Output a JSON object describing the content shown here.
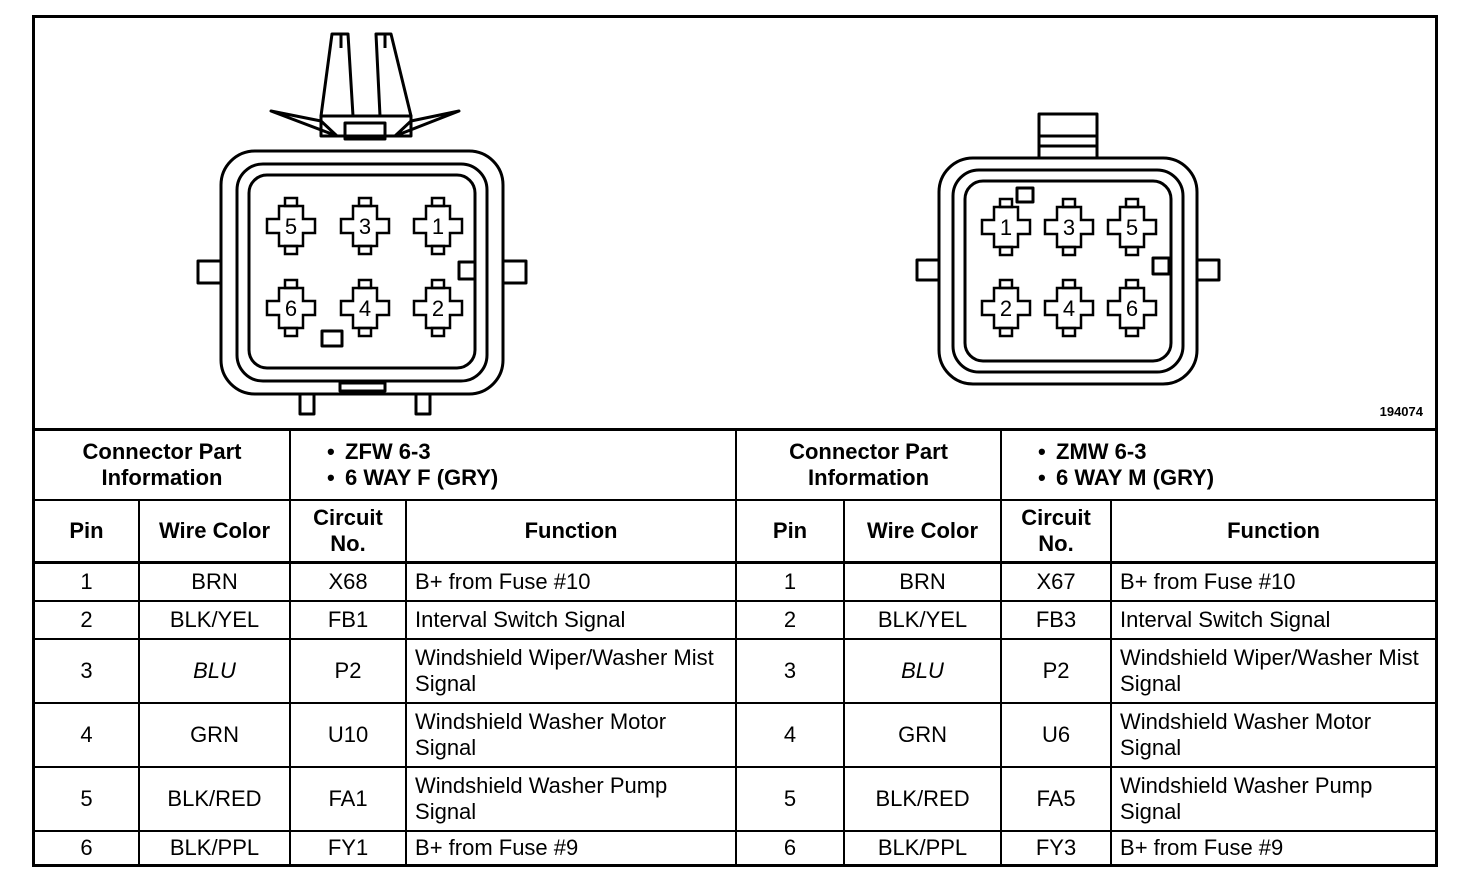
{
  "figure_id": "194074",
  "connectors": [
    {
      "side": "left",
      "part_info_label": "Connector Part Information",
      "part_info_lines": [
        "ZFW 6-3",
        "6 WAY F (GRY)"
      ],
      "face_pins_top": [
        "5",
        "3",
        "1"
      ],
      "face_pins_bottom": [
        "6",
        "4",
        "2"
      ]
    },
    {
      "side": "right",
      "part_info_label": "Connector Part Information",
      "part_info_lines": [
        "ZMW 6-3",
        "6 WAY M (GRY)"
      ],
      "face_pins_top": [
        "1",
        "3",
        "5"
      ],
      "face_pins_bottom": [
        "2",
        "4",
        "6"
      ]
    }
  ],
  "headers": {
    "left": {
      "pin": "Pin",
      "wire_color": "Wire Color",
      "circuit": "Circuit No.",
      "function": "Function"
    },
    "right": {
      "pin": "Pin",
      "wire_color": "Wire Color",
      "circuit": "Circuit No.",
      "function": "Function"
    }
  },
  "rows": [
    {
      "l": {
        "pin": "1",
        "color": "BRN",
        "circuit": "X68",
        "function": "B+ from Fuse #10"
      },
      "r": {
        "pin": "1",
        "color": "BRN",
        "circuit": "X67",
        "function": "B+ from Fuse #10"
      }
    },
    {
      "l": {
        "pin": "2",
        "color": "BLK/YEL",
        "circuit": "FB1",
        "function": "Interval Switch Signal"
      },
      "r": {
        "pin": "2",
        "color": "BLK/YEL",
        "circuit": "FB3",
        "function": "Interval Switch Signal"
      }
    },
    {
      "l": {
        "pin": "3",
        "color": "BLU",
        "circuit": "P2",
        "function": "Windshield Wiper/Washer Mist Signal"
      },
      "r": {
        "pin": "3",
        "color": "BLU",
        "circuit": "P2",
        "function": "Windshield Wiper/Washer Mist Signal"
      }
    },
    {
      "l": {
        "pin": "4",
        "color": "GRN",
        "circuit": "U10",
        "function": "Windshield Washer Motor Signal"
      },
      "r": {
        "pin": "4",
        "color": "GRN",
        "circuit": "U6",
        "function": "Windshield Washer Motor Signal"
      }
    },
    {
      "l": {
        "pin": "5",
        "color": "BLK/RED",
        "circuit": "FA1",
        "function": "Windshield Washer Pump Signal"
      },
      "r": {
        "pin": "5",
        "color": "BLK/RED",
        "circuit": "FA5",
        "function": "Windshield Washer Pump Signal"
      }
    },
    {
      "l": {
        "pin": "6",
        "color": "BLK/PPL",
        "circuit": "FY1",
        "function": "B+ from Fuse #9"
      },
      "r": {
        "pin": "6",
        "color": "BLK/PPL",
        "circuit": "FY3",
        "function": "B+ from Fuse #9"
      }
    }
  ]
}
